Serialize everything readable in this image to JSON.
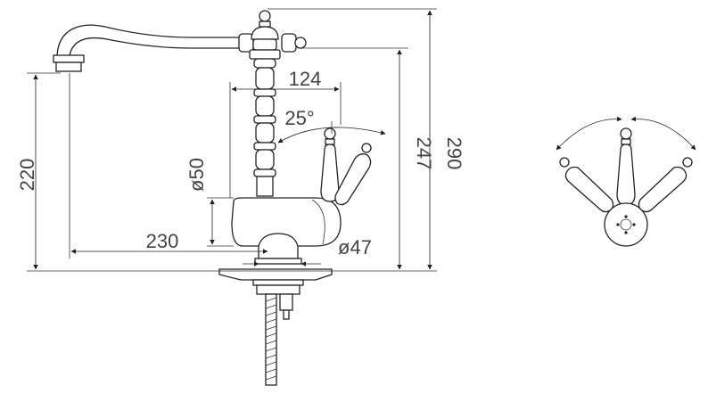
{
  "colors": {
    "line": "#222222",
    "dimension_text": "#444444",
    "background": "#ffffff"
  },
  "dimensions": {
    "spout_depth": "230",
    "handle_length": "124",
    "handle_angle": "25°",
    "base_height": "ø50",
    "base_diameter": "ø47",
    "spout_height": "220",
    "body_height": "247",
    "total_height": "290"
  }
}
